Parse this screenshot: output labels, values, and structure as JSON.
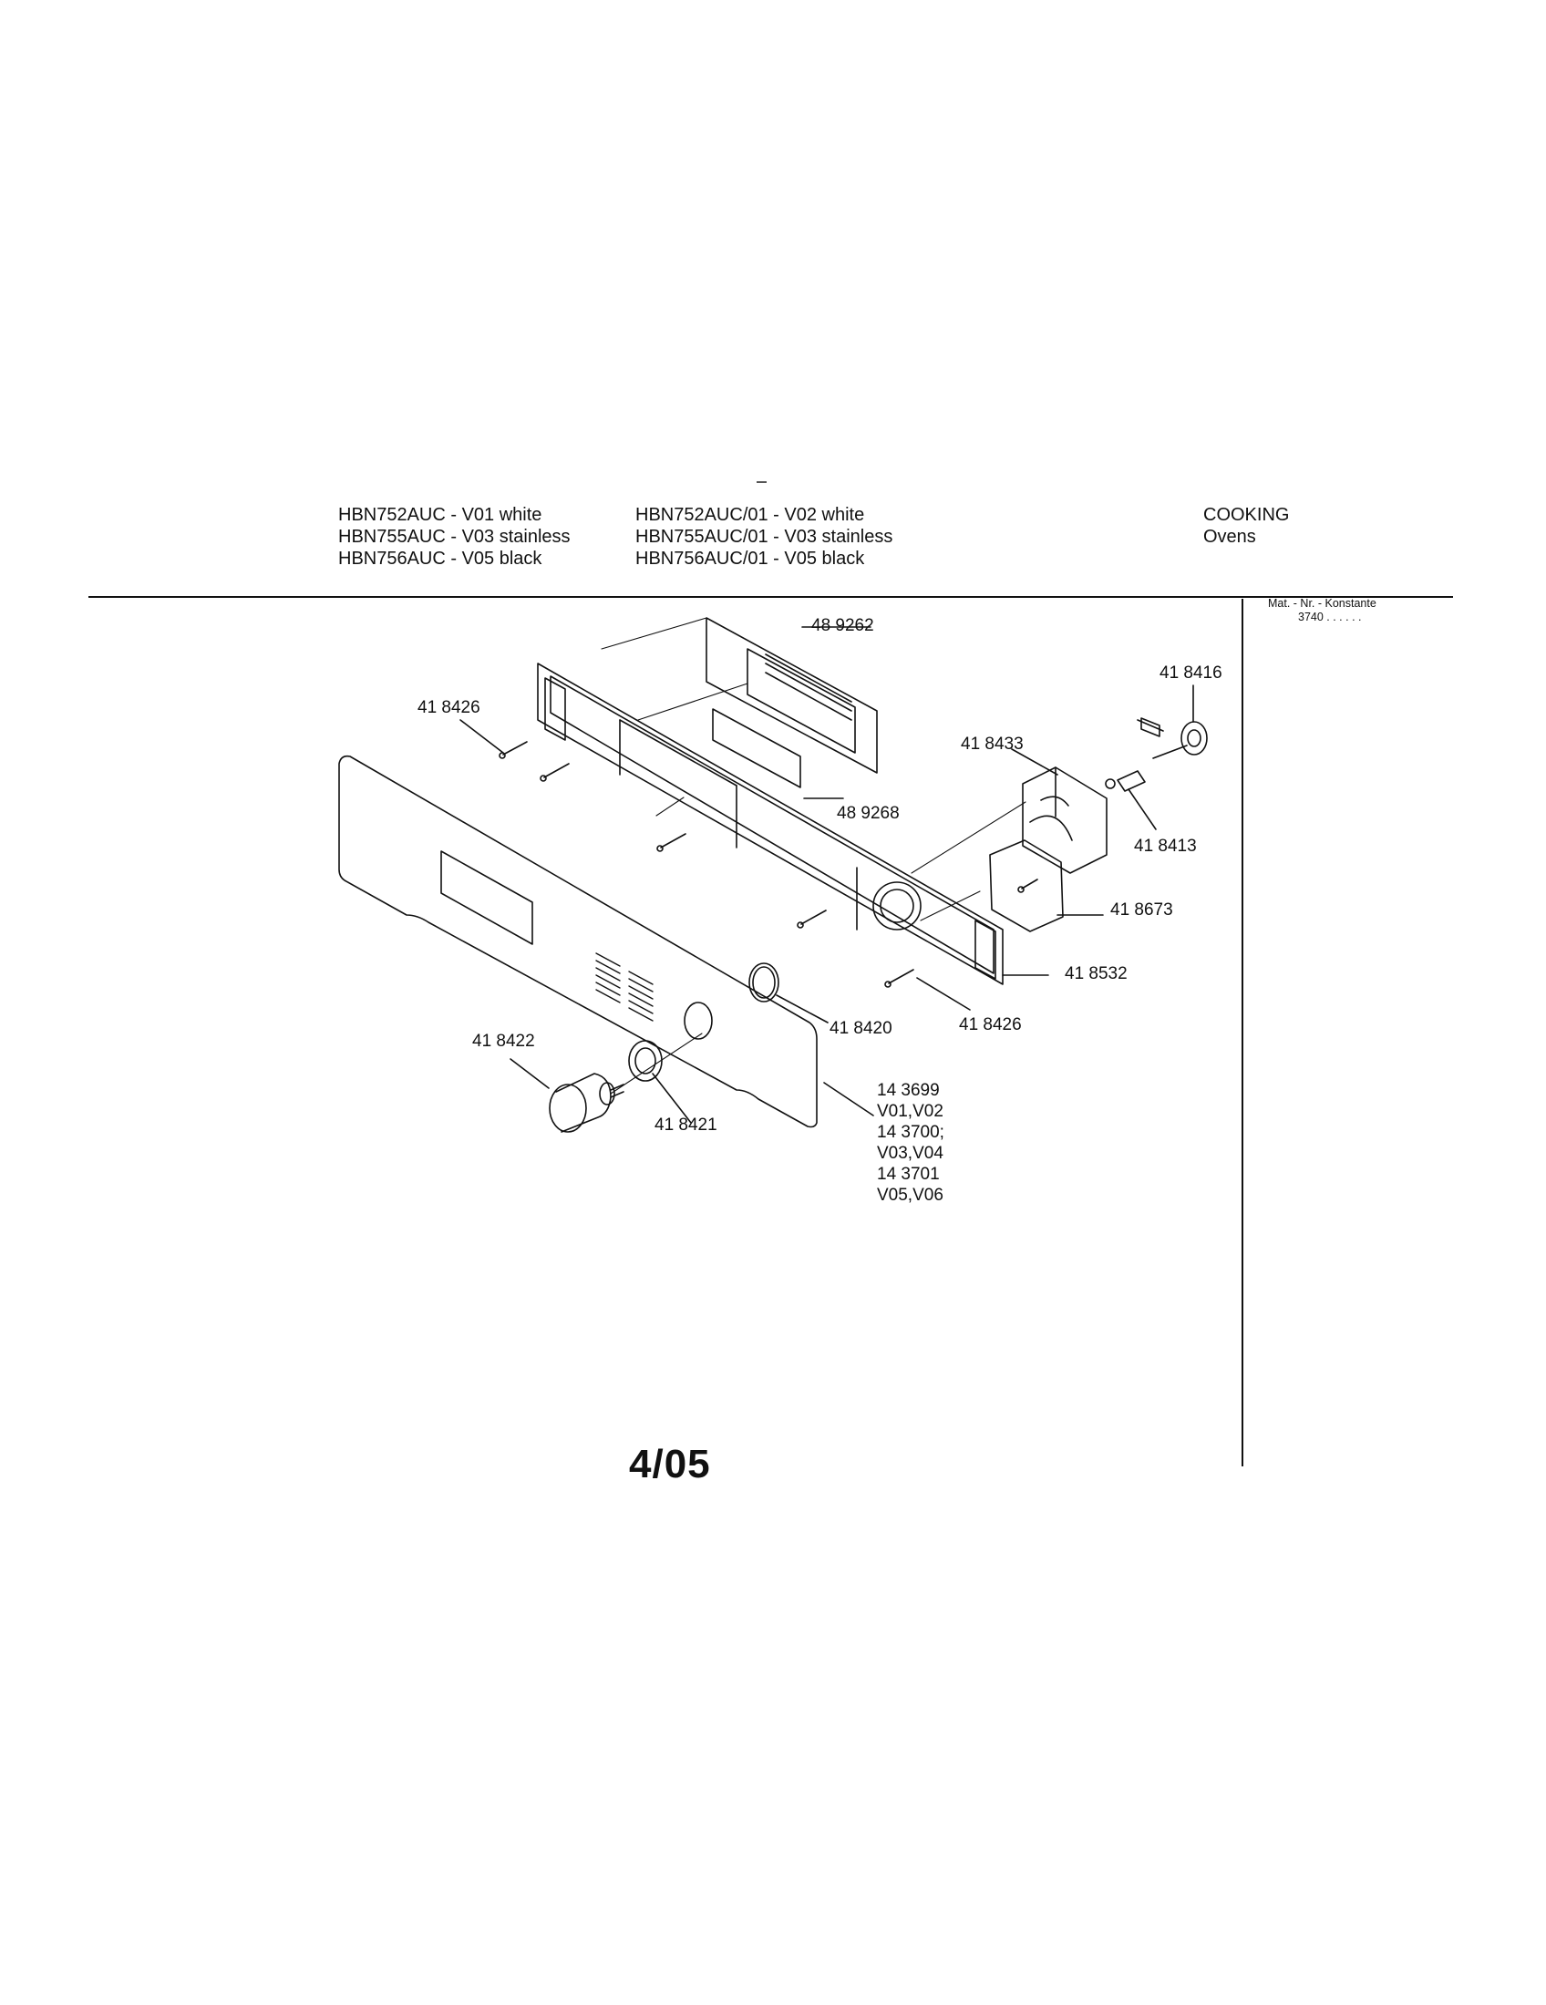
{
  "header": {
    "col1": [
      "HBN752AUC - V01 white",
      "HBN755AUC - V03 stainless",
      "HBN756AUC - V05 black"
    ],
    "col2": [
      "HBN752AUC/01 - V02 white",
      "HBN755AUC/01 - V03 stainless",
      "HBN756AUC/01 - V05 black"
    ],
    "category": [
      "COOKING",
      "Ovens"
    ],
    "mat_line1": "Mat. - Nr. - Konstante",
    "mat_line2": "3740 . .   . . . ."
  },
  "page_number": "4/05",
  "parts": {
    "p489262": "48 9262",
    "p418426a": "41 8426",
    "p418416": "41 8416",
    "p418433": "41 8433",
    "p489268": "48 9268",
    "p418413": "41 8413",
    "p418673": "41 8673",
    "p418532": "41 8532",
    "p418420": "41 8420",
    "p418426b": "41 8426",
    "p418422": "41 8422",
    "p418421": "41 8421",
    "panel_codes": [
      "14 3699",
      "V01,V02",
      "14 3700;",
      "V03,V04",
      "14 3701",
      "V05,V06"
    ]
  }
}
